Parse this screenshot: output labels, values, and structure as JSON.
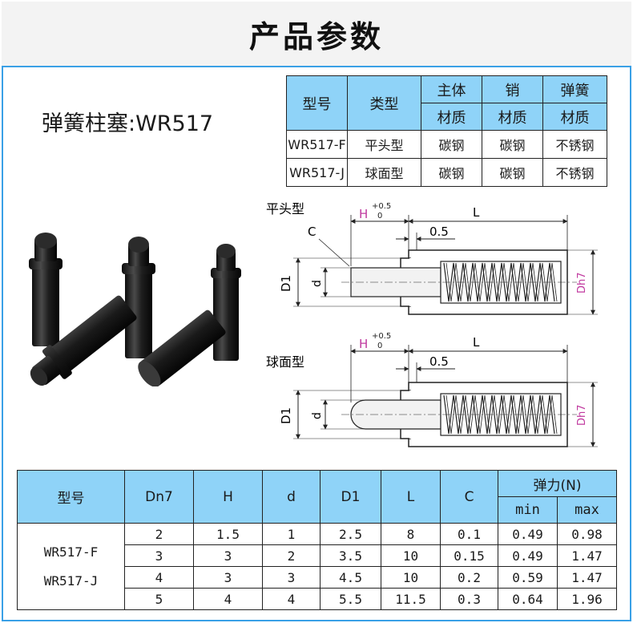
{
  "page": {
    "title": "产品参数"
  },
  "product": {
    "name": "弹簧柱塞:WR517"
  },
  "material_table": {
    "headers": {
      "model": "型号",
      "type": "类型",
      "body": "主体",
      "pin": "销",
      "spring": "弹簧",
      "material": "材质"
    },
    "rows": [
      {
        "model": "WR517-F",
        "type": "平头型",
        "body": "碳钢",
        "pin": "碳钢",
        "spring": "不锈钢"
      },
      {
        "model": "WR517-J",
        "type": "球面型",
        "body": "碳钢",
        "pin": "碳钢",
        "spring": "不锈钢"
      }
    ]
  },
  "diagram": {
    "flat": {
      "label": "平头型",
      "C": "C",
      "H": "H",
      "tol_plus": "+0.5",
      "tol_zero": "0",
      "L": "L",
      "gap": "0.5",
      "D1": "D1",
      "d": "d",
      "Dh7": "Dh7"
    },
    "ball": {
      "label": "球面型",
      "H": "H",
      "tol_plus": "+0.5",
      "tol_zero": "0",
      "L": "L",
      "gap": "0.5",
      "D1": "D1",
      "d": "d",
      "Dh7": "Dh7"
    },
    "colors": {
      "accent": "#c0399f",
      "line": "#222222"
    }
  },
  "spec_table": {
    "headers": {
      "model": "型号",
      "dn7": "Dn7",
      "h": "H",
      "d": "d",
      "d1": "D1",
      "l": "L",
      "c": "C",
      "force": "弹力(N)",
      "min": "min",
      "max": "max"
    },
    "models": [
      "WR517-F",
      "WR517-J"
    ],
    "rows": [
      {
        "dn7": "2",
        "h": "1.5",
        "d": "1",
        "d1": "2.5",
        "l": "8",
        "c": "0.1",
        "min": "0.49",
        "max": "0.98"
      },
      {
        "dn7": "3",
        "h": "3",
        "d": "2",
        "d1": "3.5",
        "l": "10",
        "c": "0.15",
        "min": "0.49",
        "max": "1.47"
      },
      {
        "dn7": "4",
        "h": "3",
        "d": "3",
        "d1": "4.5",
        "l": "10",
        "c": "0.2",
        "min": "0.59",
        "max": "1.47"
      },
      {
        "dn7": "5",
        "h": "4",
        "d": "4",
        "d1": "5.5",
        "l": "11.5",
        "c": "0.3",
        "min": "0.64",
        "max": "1.96"
      }
    ]
  },
  "colors": {
    "border_accent": "#3aa0e6",
    "header_fill": "#8fd3f8",
    "title_bg": "#f3f3f3"
  }
}
